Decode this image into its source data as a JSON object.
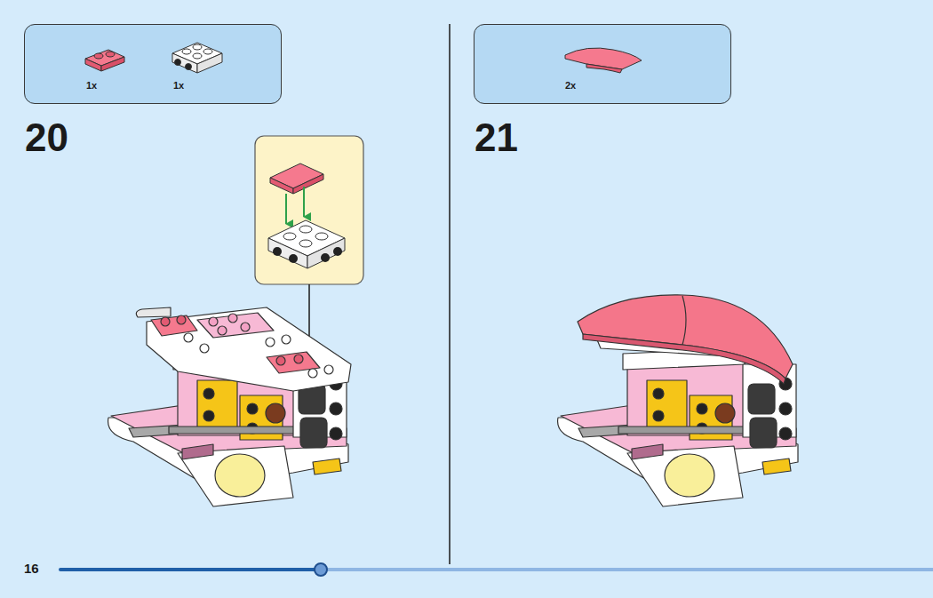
{
  "diagram": {
    "nodes": [
      {
        "text": [
          "1x",
          "1x"
        ]
      },
      {
        "text": [
          "2x"
        ]
      }
    ],
    "labels": [
      "20",
      "21",
      "16"
    ]
  }
}
